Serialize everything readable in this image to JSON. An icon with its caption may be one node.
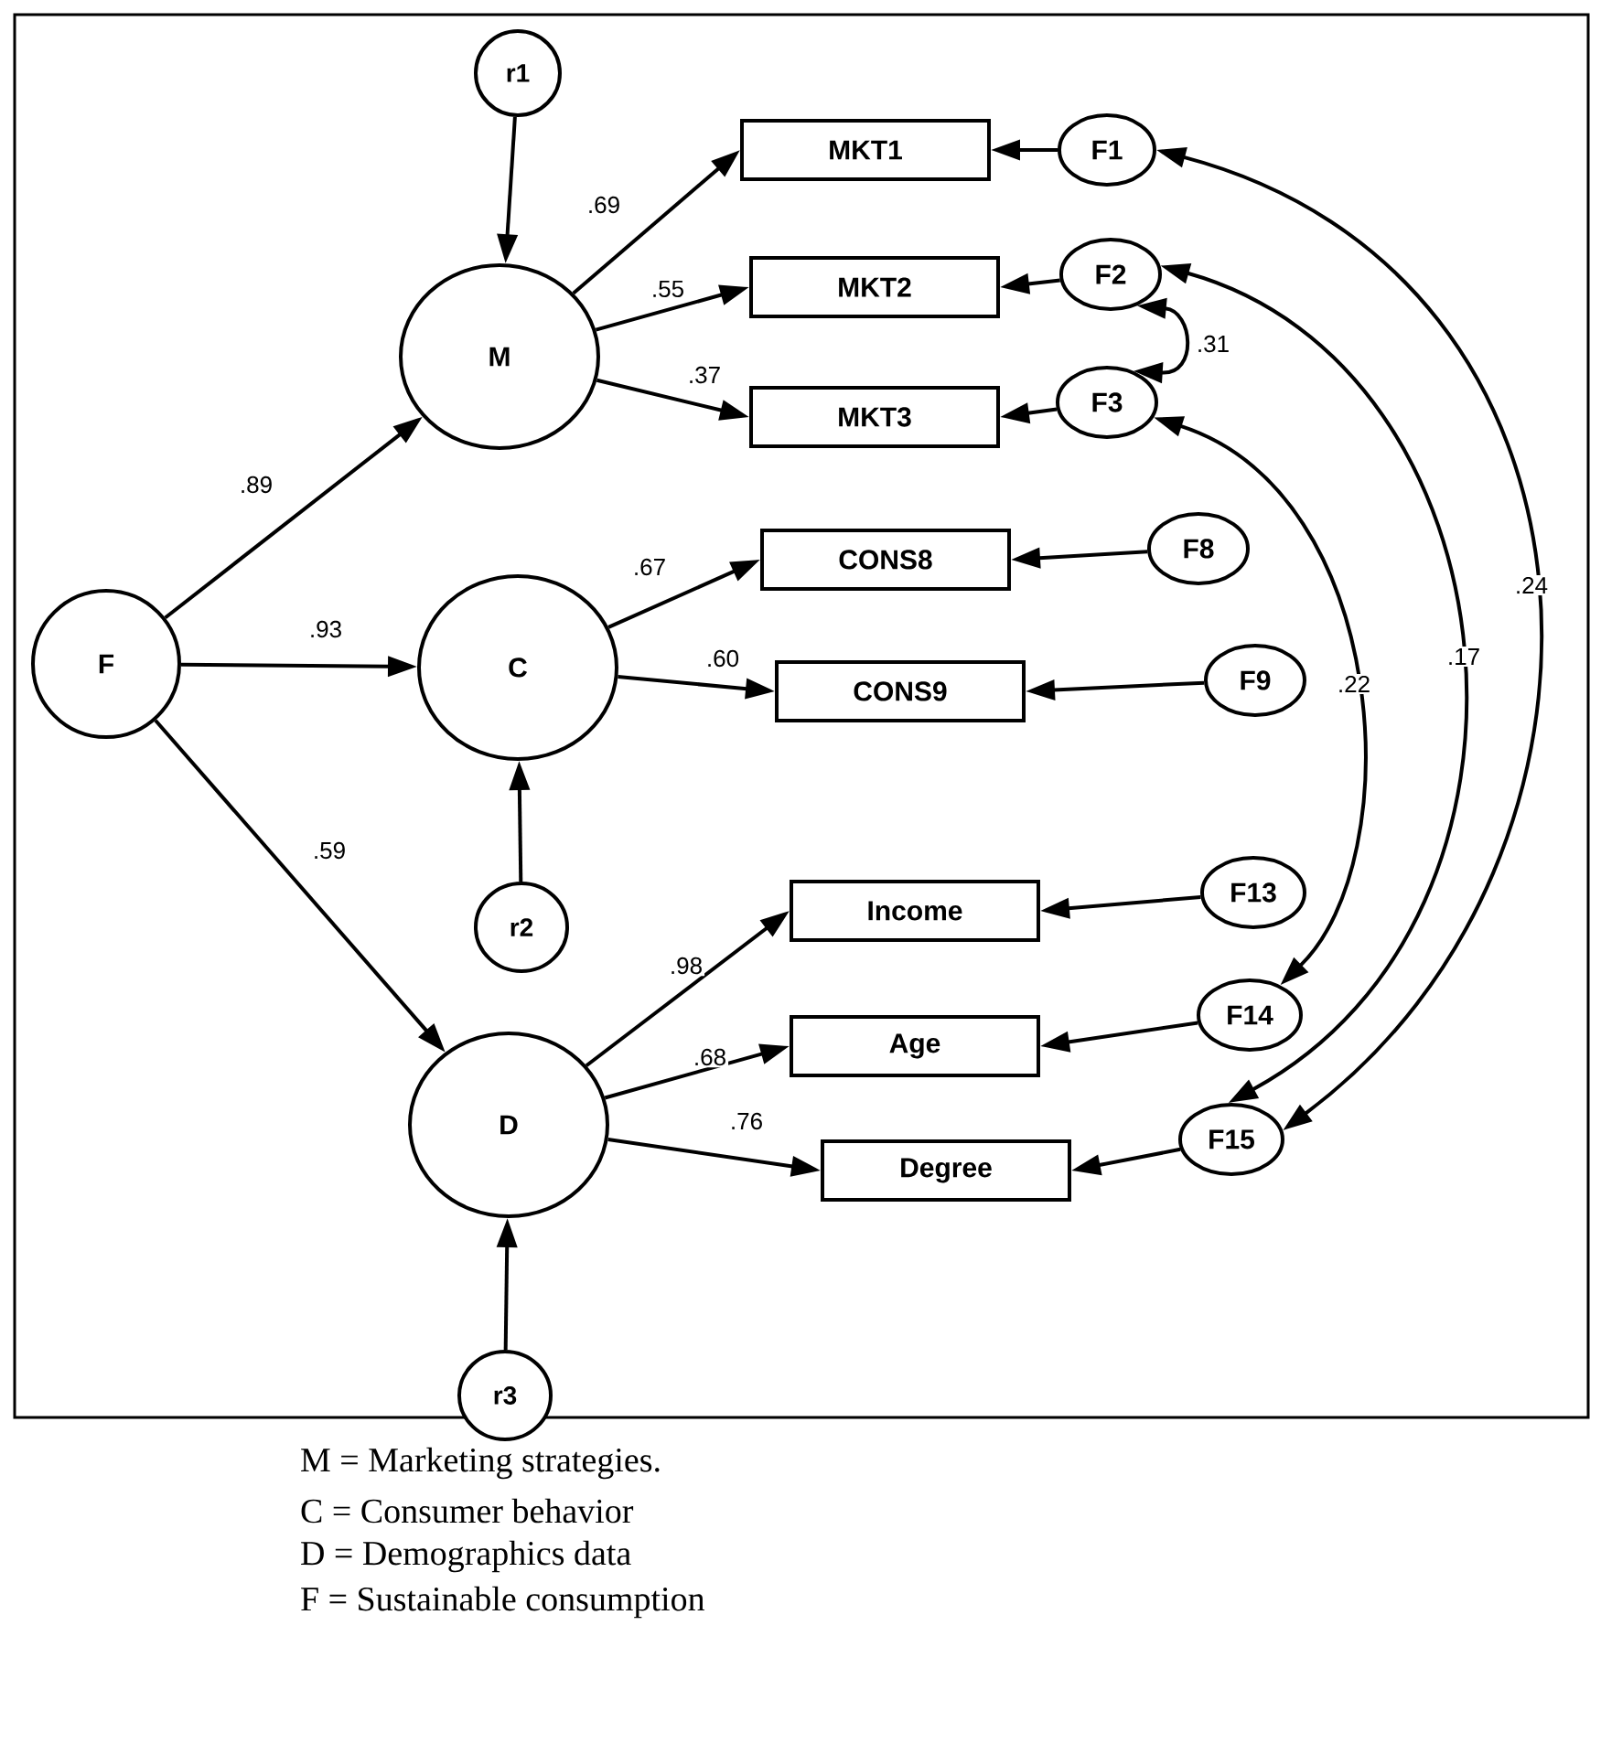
{
  "diagram": {
    "nodes": [
      {
        "text": [
          "r1"
        ]
      },
      {
        "text": [
          "M"
        ]
      },
      {
        "text": [
          "F"
        ]
      },
      {
        "text": [
          "C"
        ]
      },
      {
        "text": [
          "r2"
        ]
      },
      {
        "text": [
          "D"
        ]
      },
      {
        "text": [
          "r3"
        ]
      },
      {
        "text": [
          "MKT1"
        ]
      },
      {
        "text": [
          "MKT2"
        ]
      },
      {
        "text": [
          "MKT3"
        ]
      },
      {
        "text": [
          "CONS8"
        ]
      },
      {
        "text": [
          "CONS9"
        ]
      },
      {
        "text": [
          "Income"
        ]
      },
      {
        "text": [
          "Age"
        ]
      },
      {
        "text": [
          "Degree"
        ]
      },
      {
        "text": [
          "F1"
        ]
      },
      {
        "text": [
          "F2"
        ]
      },
      {
        "text": [
          "F3"
        ]
      },
      {
        "text": [
          "F8"
        ]
      },
      {
        "text": [
          "F9"
        ]
      },
      {
        "text": [
          "F13"
        ]
      },
      {
        "text": [
          "F14"
        ]
      },
      {
        "text": [
          "F15"
        ]
      }
    ],
    "edges": [
      {
        "from": 0,
        "to": 1,
        "arrow": "to"
      },
      {
        "from": 2,
        "to": 1,
        "arrow": "to",
        "label": ".89"
      },
      {
        "from": 2,
        "to": 3,
        "arrow": "to",
        "label": ".93"
      },
      {
        "from": 2,
        "to": 5,
        "arrow": "to",
        "label": ".59"
      },
      {
        "from": 4,
        "to": 3,
        "arrow": "to"
      },
      {
        "from": 6,
        "to": 5,
        "arrow": "to"
      },
      {
        "from": 1,
        "to": 7,
        "arrow": "to",
        "label": ".69"
      },
      {
        "from": 1,
        "to": 8,
        "arrow": "to",
        "label": ".55"
      },
      {
        "from": 1,
        "to": 9,
        "arrow": "to",
        "label": ".37"
      },
      {
        "from": 3,
        "to": 10,
        "arrow": "to",
        "label": ".67"
      },
      {
        "from": 3,
        "to": 11,
        "arrow": "to",
        "label": ".60"
      },
      {
        "from": 5,
        "to": 12,
        "arrow": "to",
        "label": ".98"
      },
      {
        "from": 5,
        "to": 13,
        "arrow": "to",
        "label": ".68"
      },
      {
        "from": 5,
        "to": 14,
        "arrow": "to",
        "label": ".76"
      },
      {
        "from": 15,
        "to": 7,
        "arrow": "to"
      },
      {
        "from": 16,
        "to": 8,
        "arrow": "to"
      },
      {
        "from": 17,
        "to": 9,
        "arrow": "to"
      },
      {
        "from": 18,
        "to": 10,
        "arrow": "to"
      },
      {
        "from": 19,
        "to": 11,
        "arrow": "to"
      },
      {
        "from": 20,
        "to": 12,
        "arrow": "to"
      },
      {
        "from": 21,
        "to": 13,
        "arrow": "to"
      },
      {
        "from": 22,
        "to": 14,
        "arrow": "to"
      },
      {
        "from": 16,
        "to": 17,
        "arrow": "both",
        "label": ".31"
      },
      {
        "from": 17,
        "to": 21,
        "arrow": "both",
        "label": ".22"
      },
      {
        "from": 16,
        "to": 22,
        "arrow": "both",
        "label": ".17"
      },
      {
        "from": 15,
        "to": 22,
        "arrow": "both",
        "label": ".24"
      }
    ],
    "labels": [
      "M = Marketing strategies.",
      "C = Consumer behavior",
      "D = Demographics data",
      "F = Sustainable consumption"
    ]
  }
}
